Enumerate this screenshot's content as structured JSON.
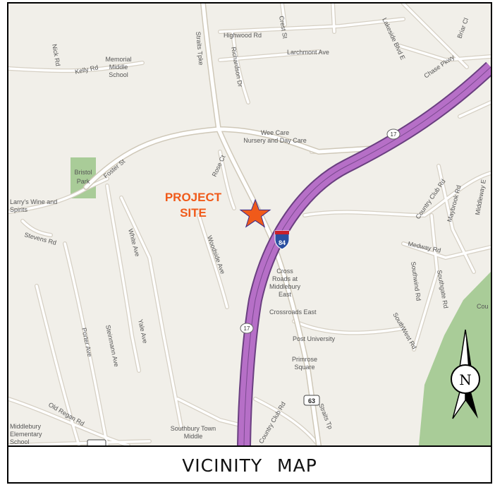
{
  "project_site": {
    "line1": "PROJECT",
    "line2": "SITE",
    "color": "#f05a1a"
  },
  "caption": "VICINITY  MAP",
  "highway": {
    "interstate": "84",
    "route_17": "17",
    "route_63": "63",
    "color": "#b66fc7"
  },
  "north_arrow_letter": "N",
  "colors": {
    "map_bg": "#f1efe9",
    "park": "#a9cc98",
    "road_major": "#ffffff",
    "road_casing": "#d8d2c6",
    "label": "#555555"
  },
  "road_labels": {
    "highwood": "Highwood Rd",
    "crest": "Crest St",
    "larchmont": "Larchmont Ave",
    "richardson": "Richardson Dr",
    "straits_tpke_top": "Straits Tpke",
    "nick": "Nick Rd",
    "kelly": "Kelly Rd",
    "lakeside": "Lakeside Blvd E",
    "chase": "Chase Pkwy",
    "briar": "Briar Cl",
    "wee_care_1": "Wee Care",
    "wee_care_2": "Nursery and Day Care",
    "rose": "Rose Ct",
    "foster": "Foster St",
    "bristol_1": "Bristol",
    "bristol_2": "Park",
    "larrys_1": "Larry's Wine and",
    "larrys_2": "Spirits",
    "stevens": "Stevens Rd",
    "white": "White Ave",
    "woodside": "Woodside Ave",
    "country_club": "Country Club Rd",
    "maybrook": "Maybrook Rd",
    "middleway": "Middleway E",
    "medway": "Medway Rd",
    "southwind": "Southwind Rd",
    "southgate": "Southgate Rd",
    "southwest": "SouthWest Rd",
    "crossroads_1": "Cross",
    "crossroads_2": "Roads at",
    "crossroads_3": "Middlebury",
    "crossroads_4": "East",
    "crossroads_east": "Crossroads East",
    "post_univ": "Post University",
    "primrose_1": "Primrose",
    "primrose_2": "Square",
    "steinmann": "Steinmann Ave",
    "yale": "Yale Ave",
    "porter": "Porter Ave",
    "old_regan": "Old Regan Rd",
    "country_club_2": "Country Club Rd",
    "straits_bottom": "Straits Tp",
    "memorial_1": "Memorial",
    "memorial_2": "Middle",
    "memorial_3": "School",
    "middlebury_1": "Middlebury",
    "middlebury_2": "Elementary",
    "middlebury_3": "School",
    "southbury_1": "Southbury Town",
    "southbury_2": "Middle",
    "cou": "Cou"
  }
}
